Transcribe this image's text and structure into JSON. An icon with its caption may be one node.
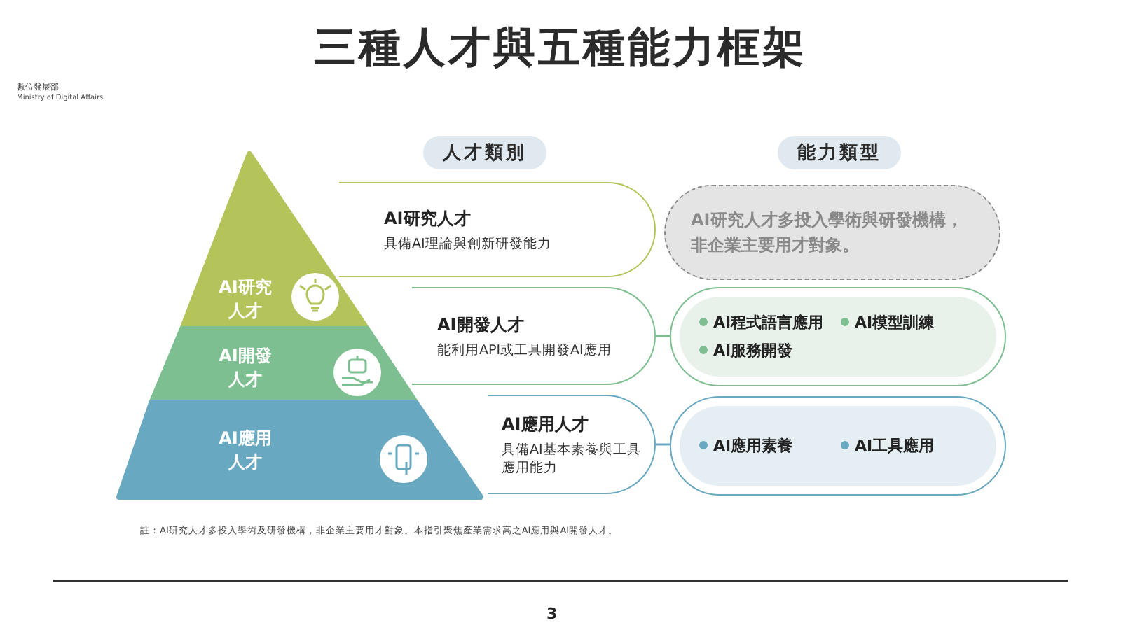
{
  "diagram": {
    "title": "三種人才與五種能力框架",
    "nodes": [
      {
        "text": [
          "AI研究人才"
        ]
      },
      {
        "text": [
          "AI開發人才"
        ]
      },
      {
        "text": [
          "AI應用人才"
        ]
      },
      {
        "text": [
          "AI研究人才",
          "具備AI理論與創新研發能力"
        ]
      },
      {
        "text": [
          "AI開發人才",
          "能利用API或工具開發AI應用"
        ]
      },
      {
        "text": [
          "AI應用人才",
          "具備AI基本素養與工具應用能力"
        ]
      },
      {
        "text": [
          "AI研究人才多投入學術與研發機構，非企業主要用才對象。"
        ]
      },
      {
        "text": [
          "AI程式語言應用",
          "AI模型訓練",
          "AI服務開發"
        ]
      },
      {
        "text": [
          "AI應用素養",
          "AI工具應用"
        ]
      }
    ],
    "edges": [
      {
        "from": 4,
        "to": 7,
        "arrow": "none"
      },
      {
        "from": 5,
        "to": 8,
        "arrow": "none"
      }
    ],
    "labels": [
      "數位發展部",
      "Ministry of Digital Affairs",
      "人才類別",
      "能力類型",
      "註：AI研究人才多投入學術及研發機構，非企業主要用才對象。本指引聚焦產業需求高之AI應用與AI開發人才。",
      "3"
    ]
  }
}
